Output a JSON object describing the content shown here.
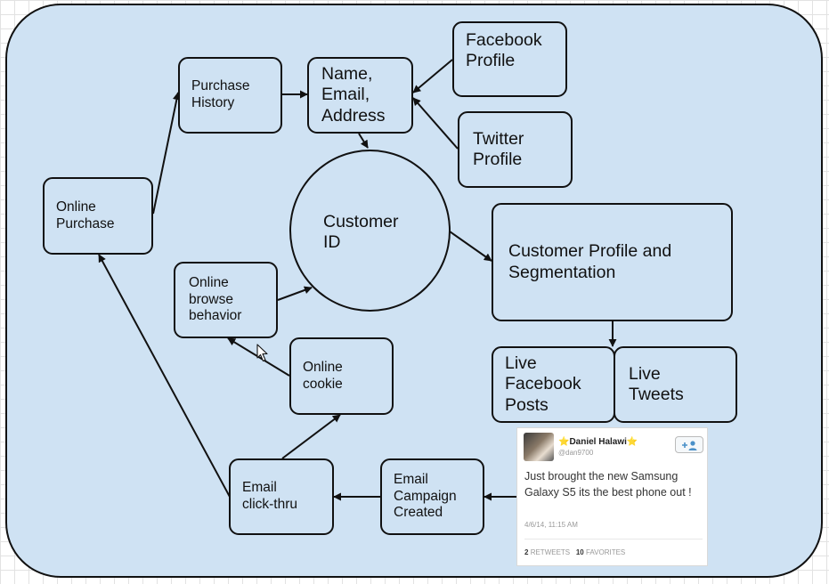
{
  "nodes": {
    "purchase_history": "Purchase\nHistory",
    "name_email_address": "Name,\nEmail,\nAddress",
    "facebook_profile": "Facebook\nProfile",
    "twitter_profile": "Twitter\nProfile",
    "online_purchase": "Online\nPurchase",
    "customer_id": "Customer\nID",
    "customer_profile_segmentation": "Customer Profile and\nSegmentation",
    "online_browse_behavior": "Online\nbrowse\nbehavior",
    "online_cookie": "Online\ncookie",
    "live_facebook_posts": "Live\nFacebook\nPosts",
    "live_tweets": "Live\nTweets",
    "email_click_thru": "Email\nclick-thru",
    "email_campaign_created": "Email\nCampaign\nCreated"
  },
  "tweet": {
    "name": "⭐Daniel Halawi⭐",
    "handle": "@dan9700",
    "text": "Just brought the new Samsung Galaxy S5   its the best phone out !",
    "timestamp": "4/6/14, 11:15 AM",
    "retweets_count": "2",
    "retweets_label": "RETWEETS",
    "favorites_count": "10",
    "favorites_label": "FAVORITES"
  },
  "colors": {
    "canvas_fill": "#cfe2f3",
    "stroke": "#111111"
  },
  "icons": {
    "follow": "follow-user-icon",
    "pointer": "mouse-cursor-icon"
  }
}
